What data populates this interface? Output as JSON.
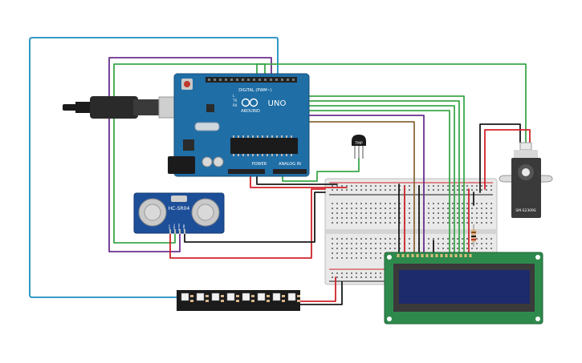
{
  "canvas": {
    "background": "#ffffff"
  },
  "arduino": {
    "digital_label": "DIGITAL (PWM~)",
    "uno_label": "UNO",
    "arduino_label": "ARDUINO",
    "power_label": "POWER",
    "analog_label": "ANALOG IN",
    "tx_label": "TX",
    "rx_label": "RX",
    "l_label": "L",
    "board_color": "#1f6ea6"
  },
  "ultrasonic": {
    "model": "HC-SR04",
    "pins": [
      "VCC",
      "TRIG",
      "ECHO",
      "GND"
    ],
    "board_color": "#1d4f99"
  },
  "temp_sensor": {
    "label": "TMP"
  },
  "servo": {
    "model": "SM-S2309S"
  },
  "lcd": {
    "screen_color": "#1d2a6b",
    "board_color": "#2e8a4c"
  },
  "neopixel": {
    "pixel_count": 8
  },
  "wire_colors": {
    "green": "#3aa84a",
    "purple": "#6b2f8e",
    "blue": "#1a8fc0",
    "red": "#d0232a",
    "black": "#1a1a1a",
    "brown": "#8a6a3c"
  }
}
